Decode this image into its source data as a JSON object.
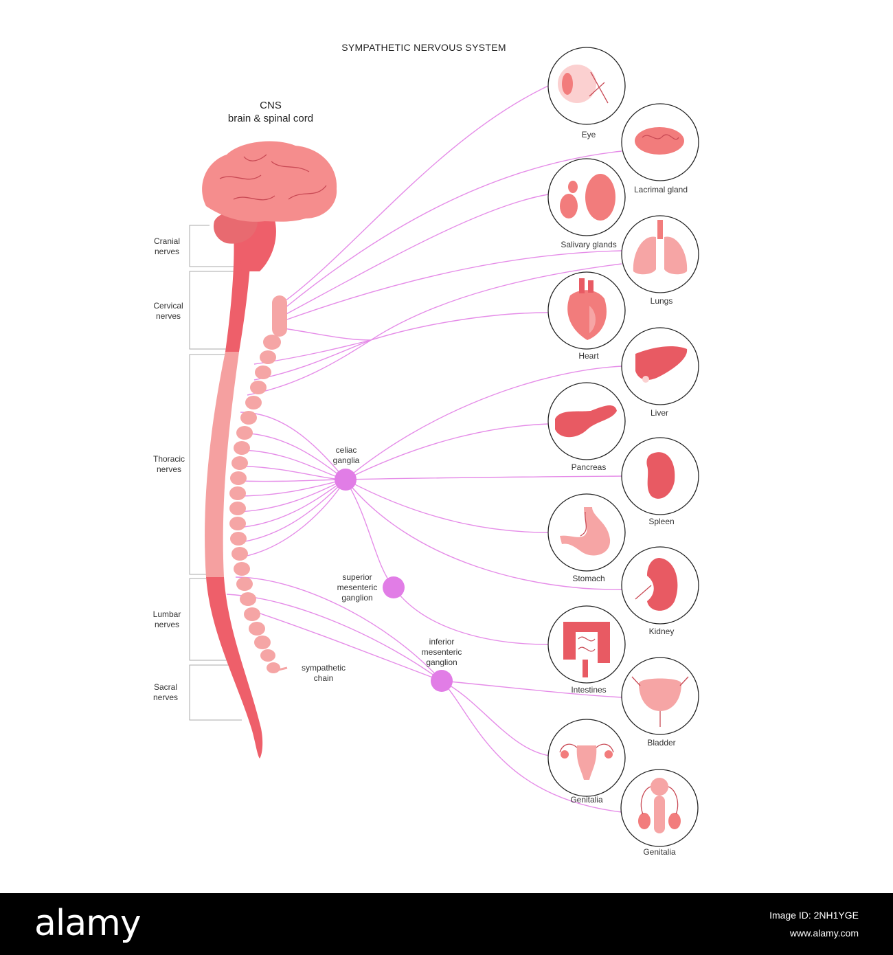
{
  "title": "SYMPATHETIC NERVOUS SYSTEM",
  "cns": {
    "line1": "CNS",
    "line2": "brain & spinal cord"
  },
  "regions": {
    "cranial": [
      "Cranial",
      "nerves"
    ],
    "cervical": [
      "Cervical",
      "nerves"
    ],
    "thoracic": [
      "Thoracic",
      "nerves"
    ],
    "lumbar": [
      "Lumbar",
      "nerves"
    ],
    "sacral": [
      "Sacral",
      "nerves"
    ]
  },
  "sympathetic_chain": [
    "sympathetic",
    "chain"
  ],
  "ganglia": {
    "celiac": [
      "celiac",
      "ganglia"
    ],
    "superior": [
      "superior",
      "mesenteric",
      "ganglion"
    ],
    "inferior": [
      "inferior",
      "mesenteric",
      "ganglion"
    ]
  },
  "organs": {
    "eye": "Eye",
    "lacrimal": "Lacrimal gland",
    "salivary": "Salivary glands",
    "lungs": "Lungs",
    "heart": "Heart",
    "liver": "Liver",
    "pancreas": "Pancreas",
    "spleen": "Spleen",
    "stomach": "Stomach",
    "kidney": "Kidney",
    "intestines": "Intestines",
    "bladder": "Bladder",
    "genitalia_female": "Genitalia",
    "genitalia_male": "Genitalia"
  },
  "colors": {
    "nerve": "#e58ce8",
    "ganglion": "#e17de6",
    "spine_light": "#f5a0a0",
    "spine_dark": "#ee5f6a",
    "brain": "#f58d8d"
  },
  "footer": {
    "logo": "alamy",
    "image_id": "Image ID: 2NH1YGE",
    "site": "www.alamy.com"
  }
}
